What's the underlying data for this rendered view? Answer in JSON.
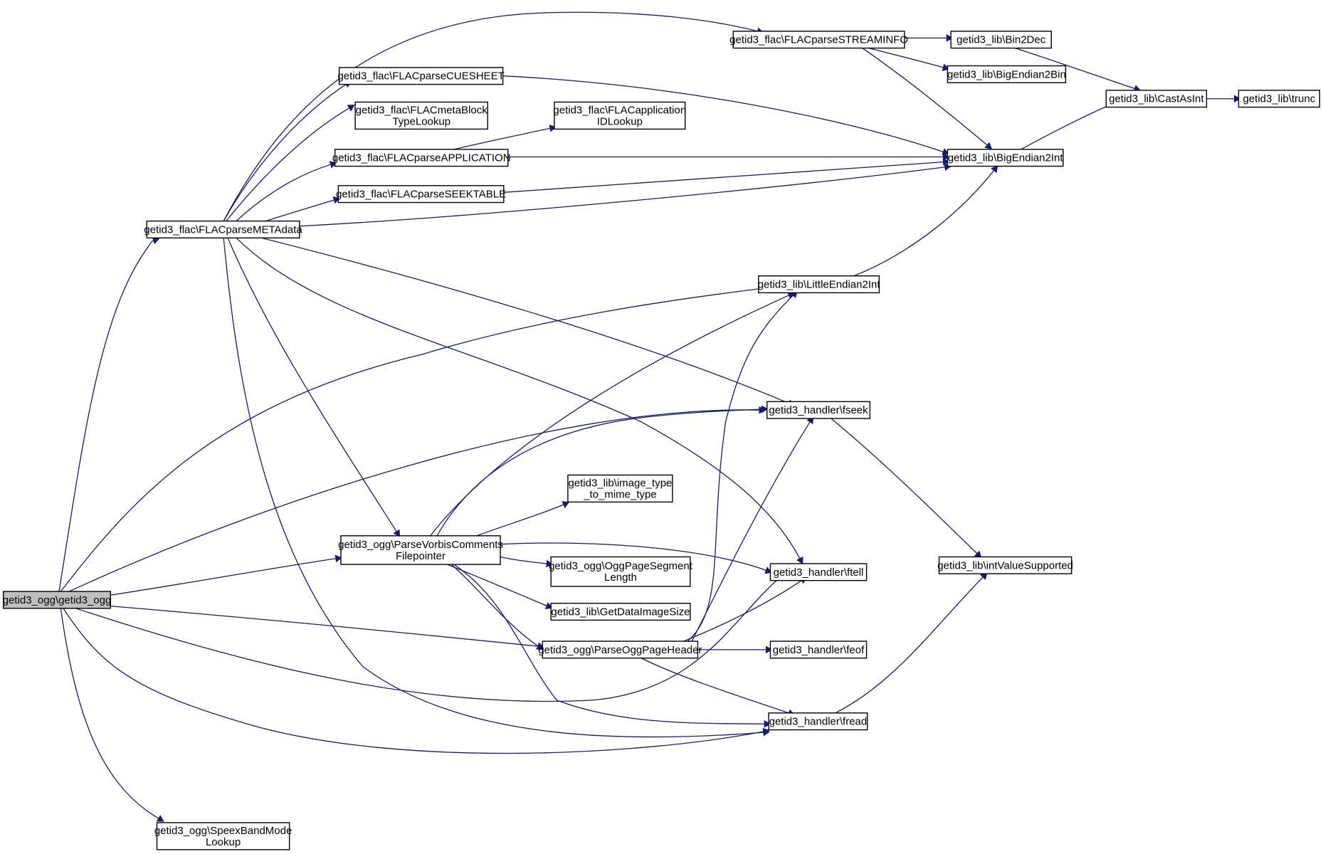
{
  "nodes": [
    {
      "id": "getid3_ogg",
      "lines": [
        "getid3_ogg\\getid3_ogg"
      ],
      "highlight": true,
      "colors": {
        "fill": "#bfbfbf"
      }
    },
    {
      "id": "parse_metadata",
      "lines": [
        "getid3_flac\\FLACparseMETAdata"
      ]
    },
    {
      "id": "speex",
      "lines": [
        "getid3_ogg\\SpeexBandMode",
        "Lookup"
      ]
    },
    {
      "id": "streaminfo",
      "lines": [
        "getid3_flac\\FLACparseSTREAMINFO"
      ]
    },
    {
      "id": "cuesheet",
      "lines": [
        "getid3_flac\\FLACparseCUESHEET"
      ]
    },
    {
      "id": "metablock",
      "lines": [
        "getid3_flac\\FLACmetaBlock",
        "TypeLookup"
      ]
    },
    {
      "id": "application",
      "lines": [
        "getid3_flac\\FLACparseAPPLICATION"
      ]
    },
    {
      "id": "seektable",
      "lines": [
        "getid3_flac\\FLACparseSEEKTABLE"
      ]
    },
    {
      "id": "appid",
      "lines": [
        "getid3_flac\\FLACapplication",
        "IDLookup"
      ]
    },
    {
      "id": "vorbis",
      "lines": [
        "getid3_ogg\\ParseVorbisComments",
        "Filepointer"
      ]
    },
    {
      "id": "imgtype",
      "lines": [
        "getid3_lib\\image_type",
        "_to_mime_type"
      ]
    },
    {
      "id": "segment",
      "lines": [
        "getid3_ogg\\OggPageSegment",
        "Length"
      ]
    },
    {
      "id": "getdataimg",
      "lines": [
        "getid3_lib\\GetDataImageSize"
      ]
    },
    {
      "id": "oggheader",
      "lines": [
        "getid3_ogg\\ParseOggPageHeader"
      ]
    },
    {
      "id": "bin2dec",
      "lines": [
        "getid3_lib\\Bin2Dec"
      ]
    },
    {
      "id": "be2bin",
      "lines": [
        "getid3_lib\\BigEndian2Bin"
      ]
    },
    {
      "id": "be2int",
      "lines": [
        "getid3_lib\\BigEndian2Int"
      ]
    },
    {
      "id": "le2int",
      "lines": [
        "getid3_lib\\LittleEndian2Int"
      ]
    },
    {
      "id": "fseek",
      "lines": [
        "getid3_handler\\fseek"
      ]
    },
    {
      "id": "ftell",
      "lines": [
        "getid3_handler\\ftell"
      ]
    },
    {
      "id": "feof",
      "lines": [
        "getid3_handler\\feof"
      ]
    },
    {
      "id": "fread",
      "lines": [
        "getid3_handler\\fread"
      ]
    },
    {
      "id": "castasint",
      "lines": [
        "getid3_lib\\CastAsInt"
      ]
    },
    {
      "id": "trunc",
      "lines": [
        "getid3_lib\\trunc"
      ]
    },
    {
      "id": "intvalue",
      "lines": [
        "getid3_lib\\intValueSupported"
      ]
    }
  ],
  "edges": [
    {
      "from": "getid3_ogg",
      "to": "parse_metadata"
    },
    {
      "from": "getid3_ogg",
      "to": "le2int"
    },
    {
      "from": "getid3_ogg",
      "to": "fseek"
    },
    {
      "from": "getid3_ogg",
      "to": "vorbis"
    },
    {
      "from": "getid3_ogg",
      "to": "oggheader"
    },
    {
      "from": "getid3_ogg",
      "to": "ftell"
    },
    {
      "from": "getid3_ogg",
      "to": "fread"
    },
    {
      "from": "getid3_ogg",
      "to": "speex"
    },
    {
      "from": "parse_metadata",
      "to": "streaminfo"
    },
    {
      "from": "parse_metadata",
      "to": "cuesheet"
    },
    {
      "from": "parse_metadata",
      "to": "metablock"
    },
    {
      "from": "parse_metadata",
      "to": "application"
    },
    {
      "from": "parse_metadata",
      "to": "seektable"
    },
    {
      "from": "parse_metadata",
      "to": "be2int"
    },
    {
      "from": "parse_metadata",
      "to": "fseek"
    },
    {
      "from": "parse_metadata",
      "to": "ftell"
    },
    {
      "from": "parse_metadata",
      "to": "vorbis"
    },
    {
      "from": "parse_metadata",
      "to": "fread"
    },
    {
      "from": "streaminfo",
      "to": "bin2dec"
    },
    {
      "from": "streaminfo",
      "to": "be2bin"
    },
    {
      "from": "streaminfo",
      "to": "be2int"
    },
    {
      "from": "cuesheet",
      "to": "be2int"
    },
    {
      "from": "application",
      "to": "appid"
    },
    {
      "from": "application",
      "to": "be2int"
    },
    {
      "from": "seektable",
      "to": "be2int"
    },
    {
      "from": "bin2dec",
      "to": "castasint"
    },
    {
      "from": "be2int",
      "to": "castasint"
    },
    {
      "from": "castasint",
      "to": "trunc"
    },
    {
      "from": "le2int",
      "to": "be2int"
    },
    {
      "from": "vorbis",
      "to": "le2int"
    },
    {
      "from": "vorbis",
      "to": "fseek"
    },
    {
      "from": "vorbis",
      "to": "imgtype"
    },
    {
      "from": "vorbis",
      "to": "ftell"
    },
    {
      "from": "vorbis",
      "to": "segment"
    },
    {
      "from": "vorbis",
      "to": "getdataimg"
    },
    {
      "from": "vorbis",
      "to": "oggheader"
    },
    {
      "from": "vorbis",
      "to": "fread"
    },
    {
      "from": "oggheader",
      "to": "le2int"
    },
    {
      "from": "oggheader",
      "to": "fseek"
    },
    {
      "from": "oggheader",
      "to": "ftell"
    },
    {
      "from": "oggheader",
      "to": "feof"
    },
    {
      "from": "oggheader",
      "to": "fread"
    },
    {
      "from": "fseek",
      "to": "intvalue"
    },
    {
      "from": "fread",
      "to": "intvalue"
    }
  ],
  "colors": {
    "edge": "#191970",
    "node_border": "#000000",
    "node_fill": "#ffffff",
    "root_fill": "#bfbfbf"
  }
}
